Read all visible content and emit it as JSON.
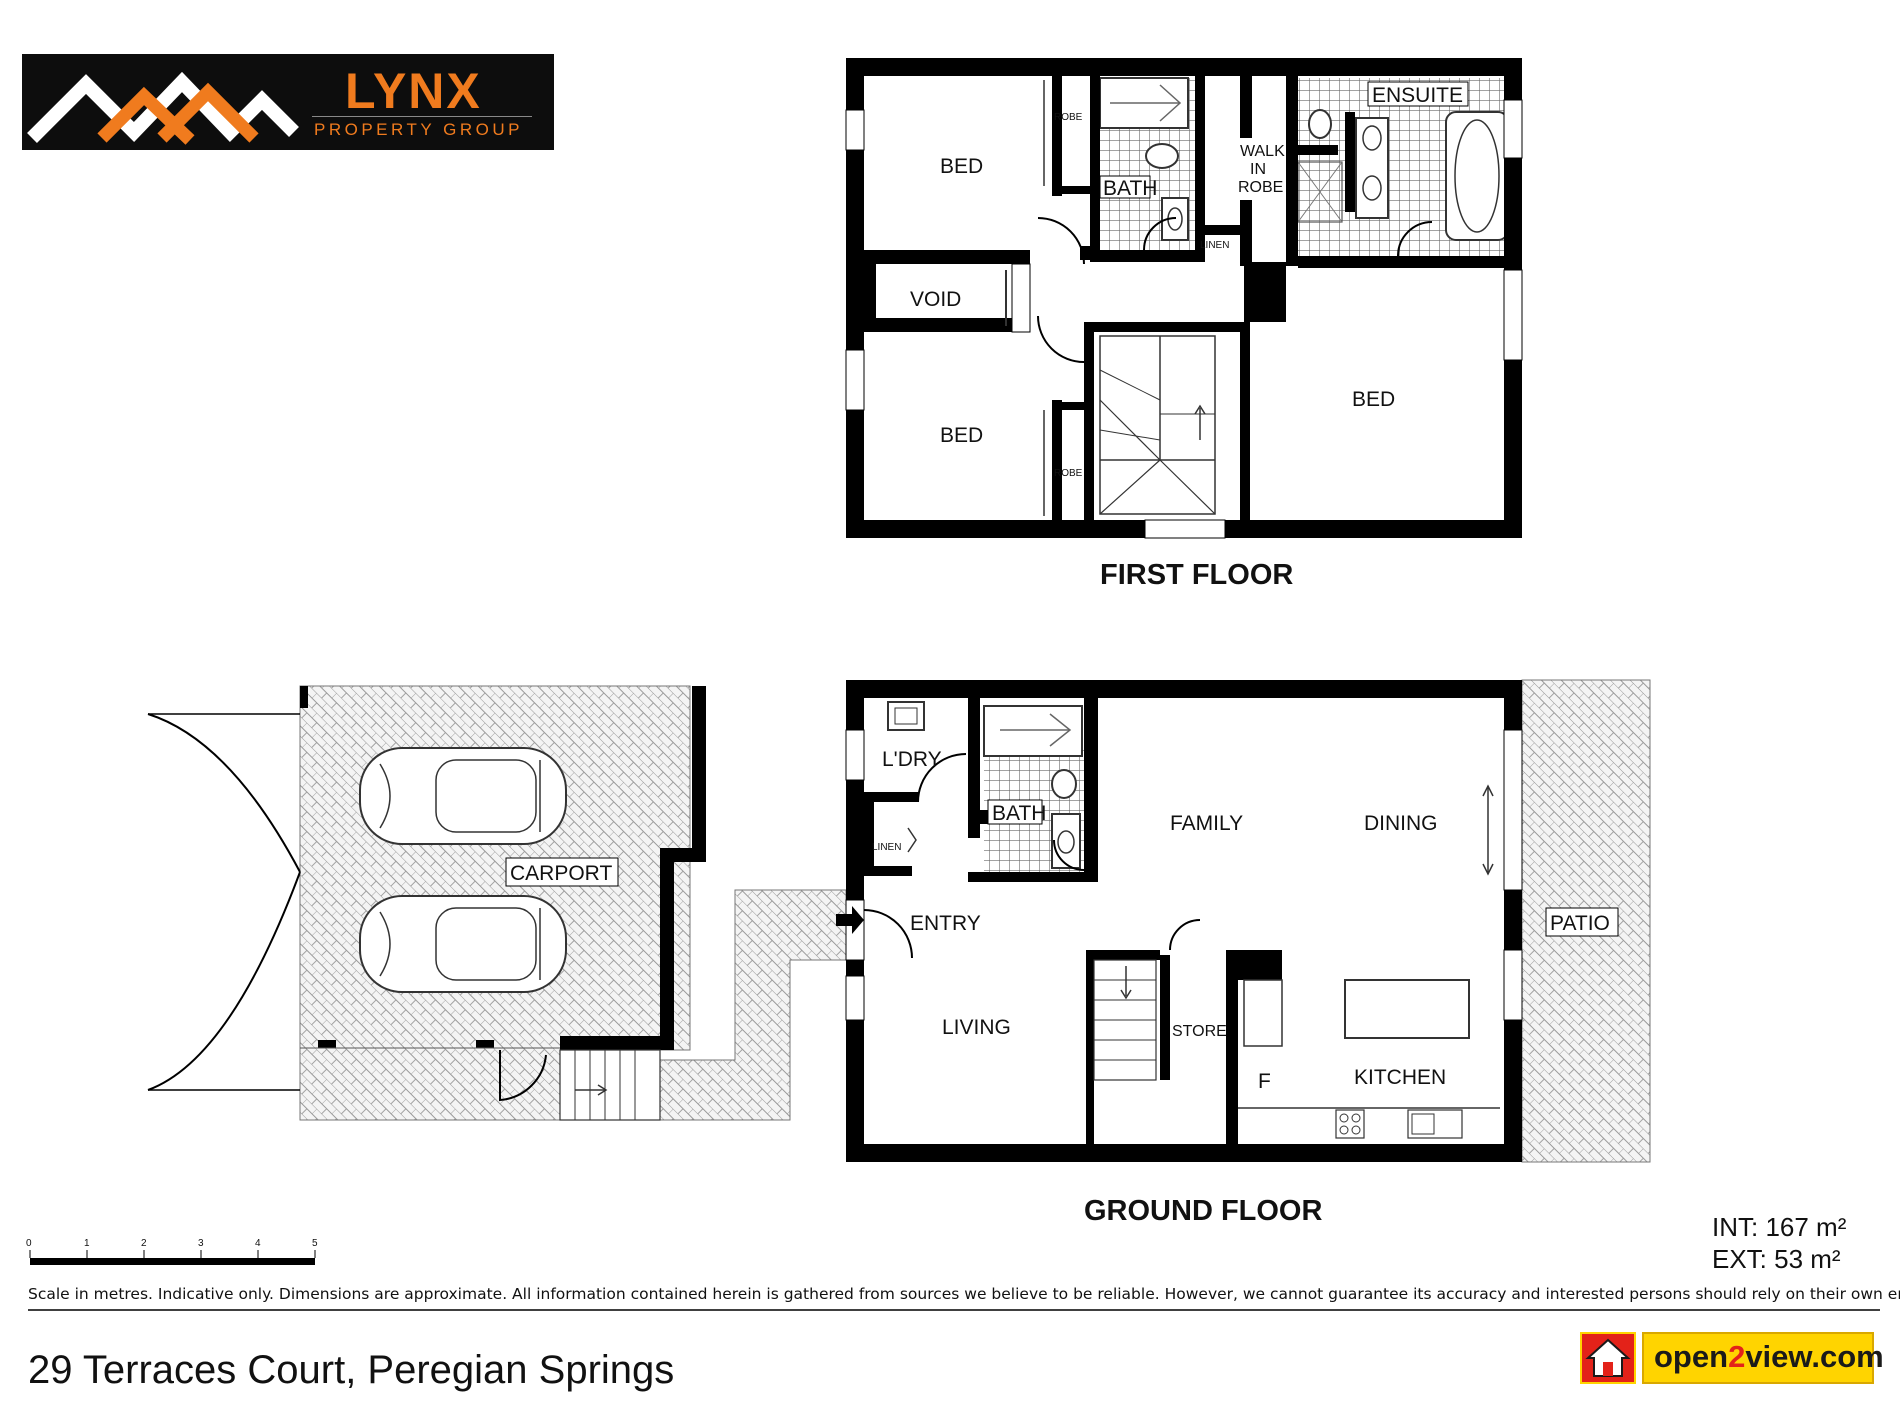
{
  "brand": {
    "name": "LYNX",
    "subtitle": "PROPERTY GROUP",
    "orange": "#f07b1e",
    "dark": "#0d0d0d"
  },
  "first_floor": {
    "title": "FIRST FLOOR",
    "rooms": {
      "bed_top_left": "BED",
      "robe_top": "ROBE",
      "bath": "BATH",
      "walk_in_robe_1": "WALK",
      "walk_in_robe_2": "IN",
      "walk_in_robe_3": "ROBE",
      "linen": "LINEN",
      "ensuite": "ENSUITE",
      "void": "VOID",
      "bed_bottom_left": "BED",
      "robe_bottom": "ROBE",
      "bed_right": "BED"
    }
  },
  "ground_floor": {
    "title": "GROUND FLOOR",
    "rooms": {
      "carport": "CARPORT",
      "laundry": "L'DRY",
      "linen": "LINEN",
      "bath": "BATH",
      "family": "FAMILY",
      "dining": "DINING",
      "entry": "ENTRY",
      "living": "LIVING",
      "store": "STORE",
      "fridge": "F",
      "kitchen": "KITCHEN",
      "patio": "PATIO"
    }
  },
  "scale_bar": {
    "ticks": [
      "0",
      "1",
      "2",
      "3",
      "4",
      "5"
    ]
  },
  "areas": {
    "internal": "INT: 167 m²",
    "external": "EXT: 53 m²"
  },
  "disclaimer": "Scale in metres. Indicative only. Dimensions are approximate. All information contained herein is gathered from sources we believe to be reliable. However, we cannot guarantee its accuracy and interested persons should rely on their own enquiries.",
  "address": "29 Terraces Court, Peregian Springs",
  "partner_logo": {
    "prefix": "open",
    "highlight": "2",
    "suffix": "view.com",
    "yellow": "#ffd400",
    "red": "#e32219"
  }
}
